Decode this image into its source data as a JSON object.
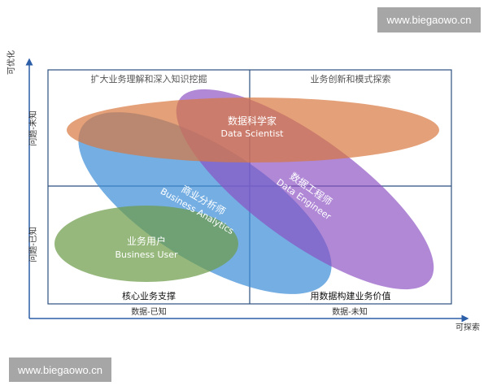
{
  "watermarks": {
    "top": "www.biegaowo.cn",
    "bottom": "www.biegaowo.cn"
  },
  "axes": {
    "y_title": "可优化",
    "x_title": "可探索",
    "y_upper": "问题-未知",
    "y_lower": "问题-已知",
    "x_left": "数据-已知",
    "x_right": "数据-未知"
  },
  "quadrants": {
    "top_left": "扩大业务理解和深入知识挖掘",
    "top_right": "业务创新和模式探索",
    "bottom_left": "核心业务支撑",
    "bottom_right": "用数据构建业务价值"
  },
  "roles": {
    "data_scientist": {
      "cn": "数据科学家",
      "en": "Data Scientist",
      "color": "#d9773e"
    },
    "data_engineer": {
      "cn": "数据工程师",
      "en": "Data Engineer",
      "color": "#8b4fc2"
    },
    "business_analytics": {
      "cn": "商业分析师",
      "en": "Business Analytics",
      "color": "#3f8fd8"
    },
    "business_user": {
      "cn": "业务用户",
      "en": "Business User",
      "color": "#6e9d4b"
    }
  },
  "colors": {
    "axis": "#2d5fa8",
    "grid": "#2d4f7f"
  }
}
